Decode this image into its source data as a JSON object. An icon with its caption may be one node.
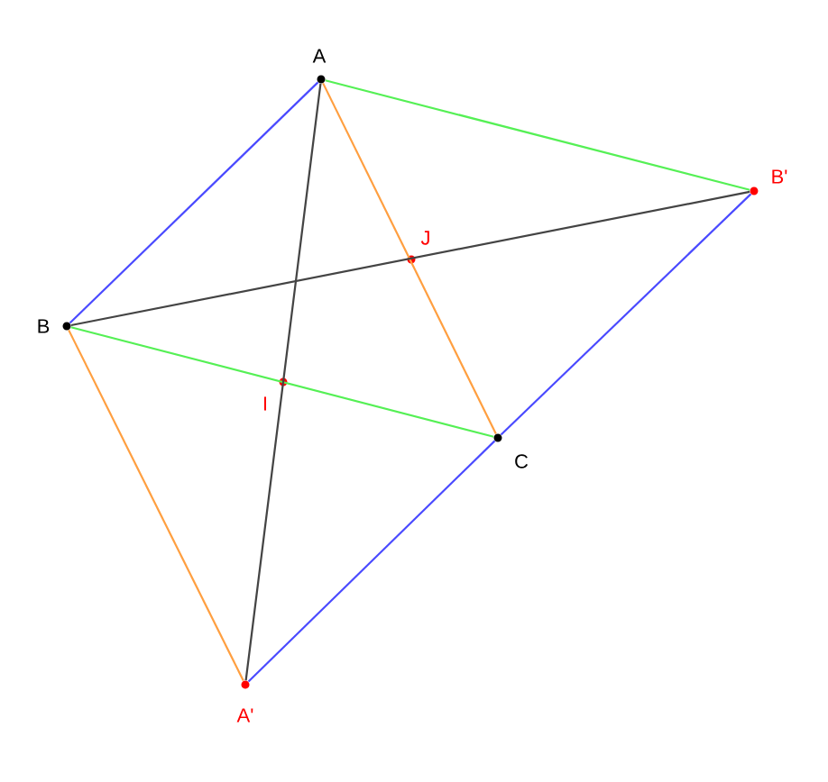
{
  "diagram": {
    "nodes": [
      {
        "text": [],
        "shape": "circle",
        "beside": [
          "A"
        ]
      },
      {
        "text": [],
        "shape": "circle",
        "beside": [
          "B'"
        ]
      },
      {
        "text": [],
        "shape": "circle",
        "beside": [
          "J"
        ]
      },
      {
        "text": [],
        "shape": "circle",
        "beside": [
          "B"
        ]
      },
      {
        "text": [],
        "shape": "circle",
        "beside": [
          "I"
        ]
      },
      {
        "text": [],
        "shape": "circle",
        "beside": [
          "C"
        ]
      },
      {
        "text": [],
        "shape": "circle",
        "beside": [
          "A'"
        ]
      }
    ],
    "edges": [
      {
        "from": 0,
        "to": 3,
        "arrow": "none",
        "color": "#4a4aff"
      },
      {
        "from": 1,
        "to": 5,
        "arrow": "none",
        "color": "#4a4aff"
      },
      {
        "from": 5,
        "to": 6,
        "arrow": "none",
        "color": "#4a4aff"
      },
      {
        "from": 0,
        "to": 1,
        "arrow": "none",
        "color": "#55f055"
      },
      {
        "from": 3,
        "to": 5,
        "arrow": "none",
        "color": "#55f055"
      },
      {
        "from": 0,
        "to": 5,
        "arrow": "none",
        "color": "#ff9f40"
      },
      {
        "from": 3,
        "to": 6,
        "arrow": "none",
        "color": "#ff9f40"
      },
      {
        "from": 0,
        "to": 6,
        "arrow": "none",
        "color": "#444444"
      },
      {
        "from": 3,
        "to": 1,
        "arrow": "none",
        "color": "#444444"
      }
    ]
  }
}
